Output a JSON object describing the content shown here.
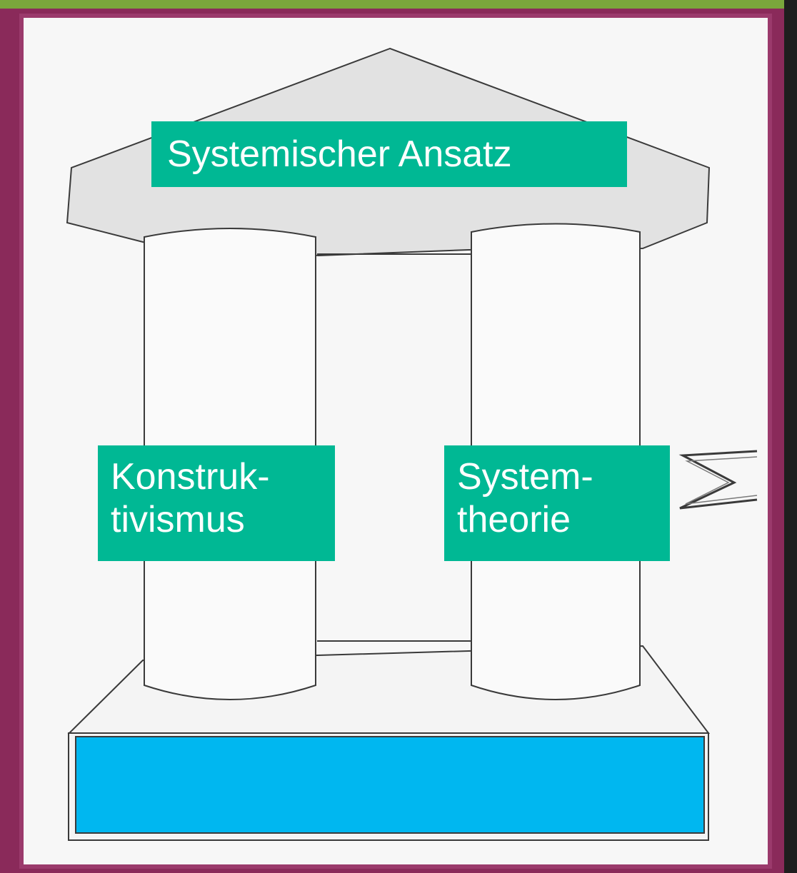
{
  "colors": {
    "frame_outer": "#8a2a5a",
    "frame_top_strip": "#7aa63c",
    "frame_inner_border": "#9b3a6c",
    "background": "#f7f7f7",
    "outline": "#3a3a3a",
    "roof_fill": "#e2e2e2",
    "column_fill": "#fafafa",
    "label_fill": "#00b894",
    "label_text": "#ffffff",
    "foundation_fill": "#00b7f0"
  },
  "diagram": {
    "roof_label": "Systemischer Ansatz",
    "left_pillar_label": [
      "Konstruk-",
      "tivismus"
    ],
    "right_pillar_label": [
      "System-",
      "theorie"
    ]
  },
  "icons": {
    "side_marker": "zigzag-arrow-icon"
  }
}
